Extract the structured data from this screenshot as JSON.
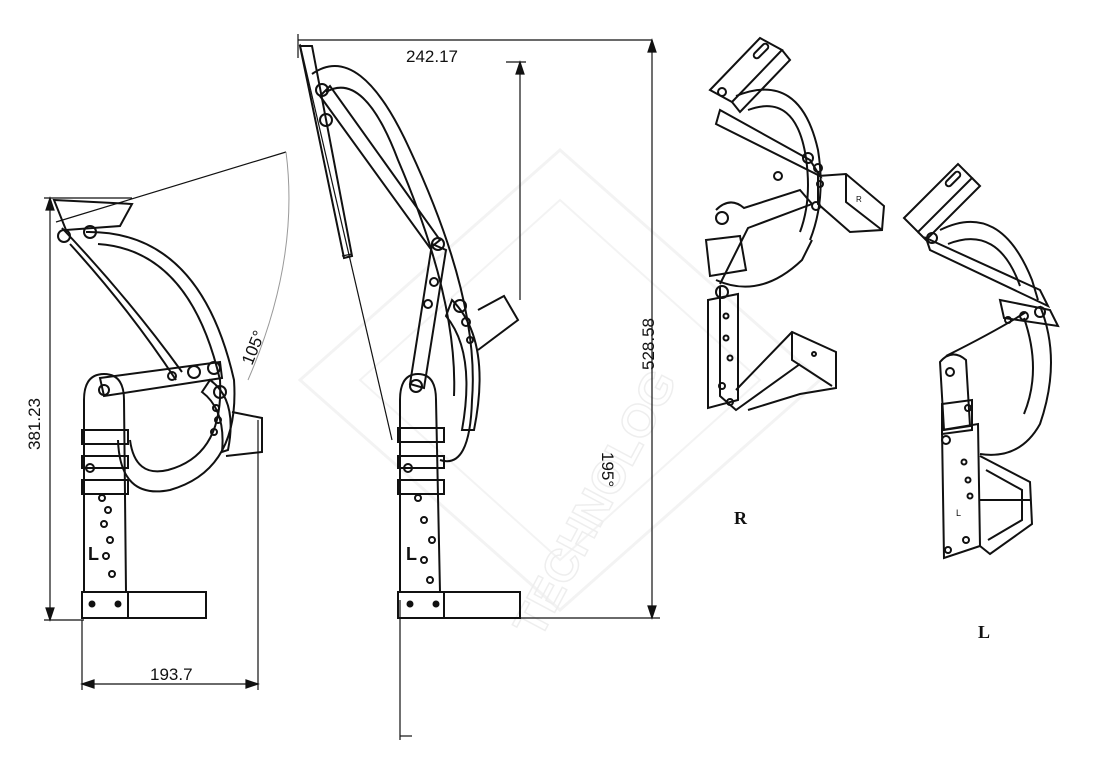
{
  "drawing_left": {
    "height_dim": "381.23",
    "width_dim": "193.7",
    "angle": "105°",
    "side_label": "L"
  },
  "drawing_middle": {
    "top_dim": "242.17",
    "height_dim": "528.58",
    "angle": "195°",
    "side_label": "L"
  },
  "iso_right": {
    "label": "R",
    "plate_mark": "R"
  },
  "iso_left": {
    "label": "L",
    "plate_mark": "L"
  },
  "watermark": "TECHNOLOG",
  "colors": {
    "line": "#111111",
    "watermark": "#e8e8e8"
  }
}
